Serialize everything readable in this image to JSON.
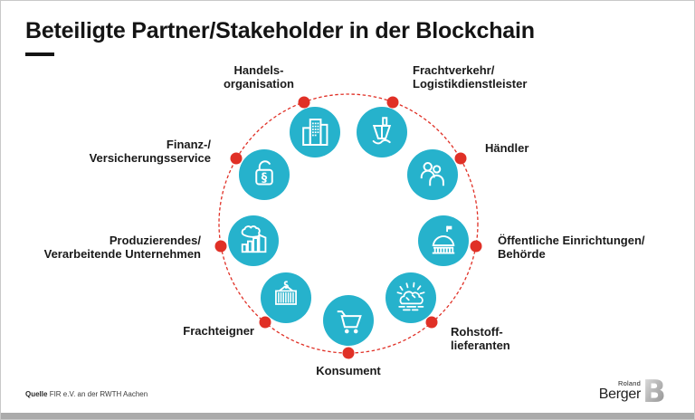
{
  "title": "Beteiligte Partner/Stakeholder in der Blockchain",
  "colors": {
    "circle_red": "#e03026",
    "icon_teal": "#26b2cc",
    "title_text": "#141414"
  },
  "stakeholders": [
    {
      "name": "Handelsorganisation",
      "line1": "Handels-",
      "line2": "organisation",
      "icon": "office-building-icon"
    },
    {
      "name": "Frachtverkehr/Logistikdienstleister",
      "line1": "Frachtverkehr/",
      "line2": "Logistikdienstleister",
      "icon": "cargo-ship-icon"
    },
    {
      "name": "Händler",
      "line1": "Händler",
      "icon": "two-people-icon"
    },
    {
      "name": "Öffentliche Einrichtungen/Behörde",
      "line1": "Öffentliche Einrichtungen/",
      "line2": "Behörde",
      "icon": "government-building-icon"
    },
    {
      "name": "Rohstofflieferanten",
      "line1": "Rohstoff-",
      "line2": "lieferanten",
      "icon": "raw-materials-icon"
    },
    {
      "name": "Konsument",
      "line1": "Konsument",
      "icon": "shopping-cart-icon"
    },
    {
      "name": "Frachteigner",
      "line1": "Frachteigner",
      "icon": "cargo-container-icon"
    },
    {
      "name": "Produzierendes/Verarbeitende Unternehmen",
      "line1": "Produzierendes/",
      "line2": "Verarbeitende Unternehmen",
      "icon": "factory-icon"
    },
    {
      "name": "Finanz-/Versicherungsservice",
      "line1": "Finanz-/",
      "line2": "Versicherungsservice",
      "icon": "paragraph-lock-icon"
    }
  ],
  "lock_paragraph_symbol": "§",
  "footer": {
    "source_label": "Quelle",
    "source_text": "FIR e.V. an der RWTH Aachen"
  },
  "logo": {
    "top": "Roland",
    "name": "Berger",
    "letter": "B"
  }
}
